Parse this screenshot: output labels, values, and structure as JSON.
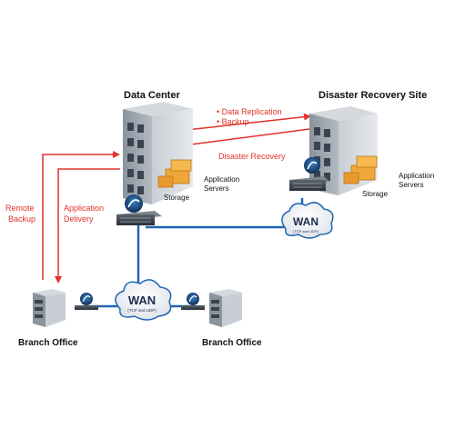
{
  "sites": {
    "data_center": "Data Center",
    "disaster_recovery": "Disaster Recovery Site",
    "branch_left": "Branch Office",
    "branch_right": "Branch Office"
  },
  "labels": {
    "storage_left": "Storage",
    "app_servers_left_1": "Application",
    "app_servers_left_2": "Servers",
    "storage_right": "Storage",
    "app_servers_right_1": "Application",
    "app_servers_right_2": "Servers"
  },
  "flows": {
    "replication_1": "• Data Replication",
    "replication_2": "• Backup",
    "dr": "Disaster Recovery",
    "remote_backup_1": "Remote",
    "remote_backup_2": "Backup",
    "app_delivery_1": "Application",
    "app_delivery_2": "Delivery"
  },
  "wan": {
    "top_label": "WAN",
    "top_sub": "(TCP and UDP)",
    "bottom_label": "WAN",
    "bottom_sub": "(TCP and UDP)"
  },
  "colors": {
    "arrow": "#e0322b",
    "link": "#1f66b5",
    "building_face": "#9aa2ab",
    "building_side": "#c7ccd2",
    "window": "#3a4352",
    "storage_orange": "#f0a73a"
  }
}
